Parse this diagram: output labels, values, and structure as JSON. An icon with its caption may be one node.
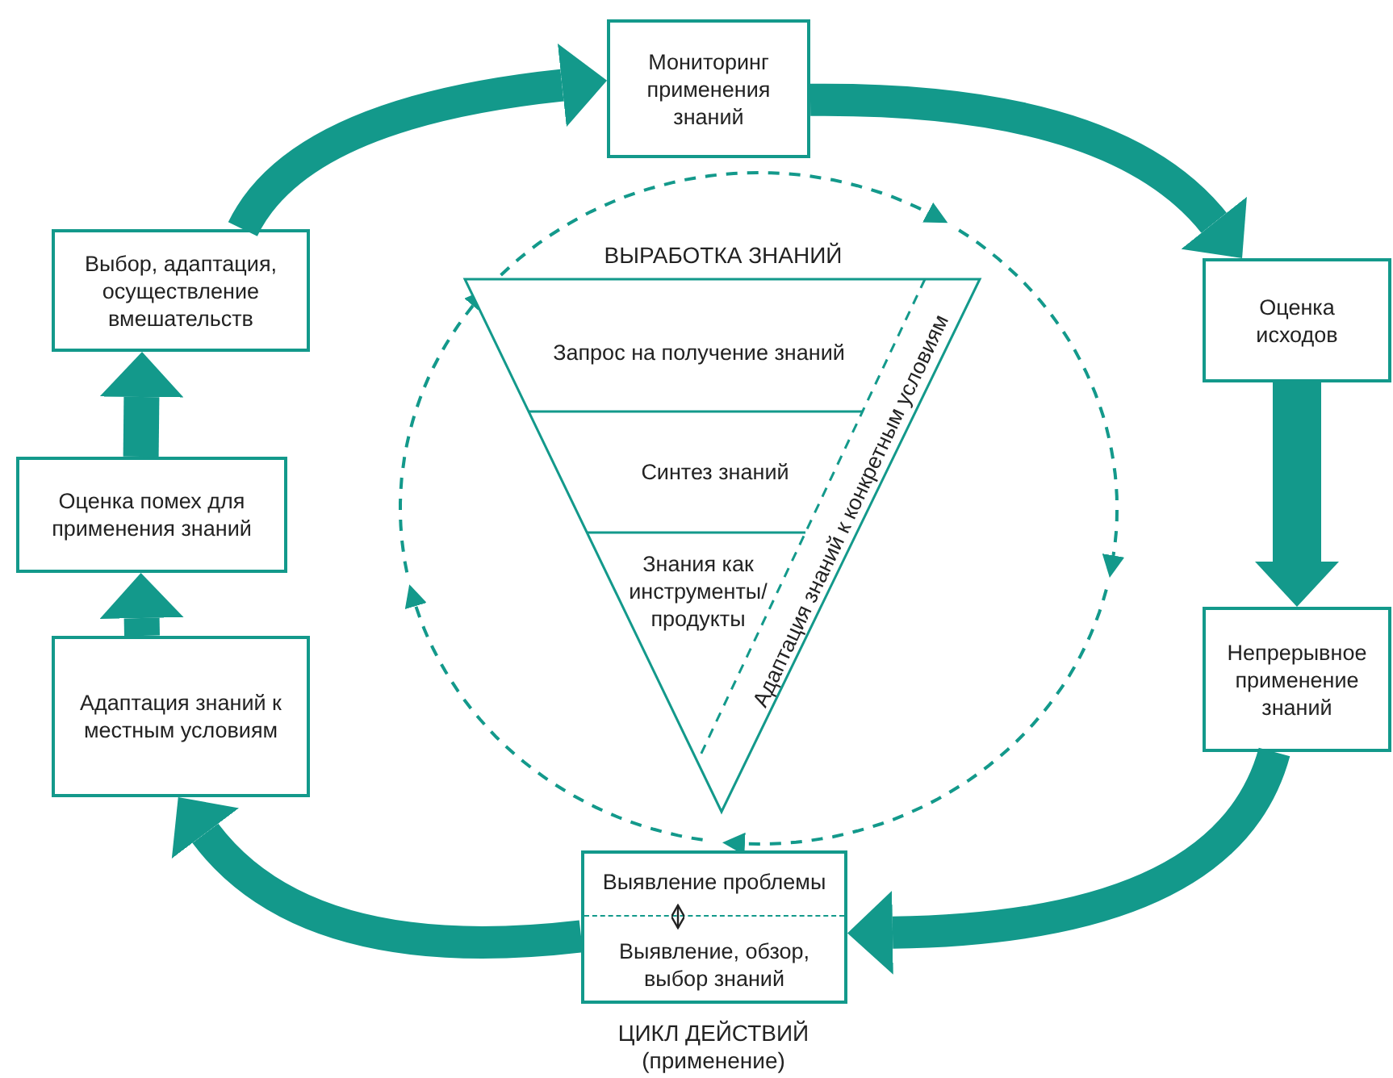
{
  "diagram": {
    "nodes": [
      {
        "text": [
          "Мониторинг применения знаний"
        ]
      },
      {
        "text": [
          "Оценка исходов"
        ]
      },
      {
        "text": [
          "Непрерывное применение знаний"
        ]
      },
      {
        "text": [],
        "shape": "box"
      },
      {
        "text": [
          "Выявление проблемы"
        ],
        "in": 3
      },
      {
        "text": [
          "Выявление, обзор, выбор знаний"
        ],
        "in": 3
      },
      {
        "text": [
          "Адаптация знаний к местным условиям"
        ]
      },
      {
        "text": [
          "Оценка помех для применения знаний"
        ]
      },
      {
        "text": [
          "Выбор, адаптация, осуществление вмешательств"
        ]
      },
      {
        "text": [
          "ВЫРАБОТКА ЗНАНИЙ"
        ]
      },
      {
        "text": [
          "Запрос на получение знаний"
        ],
        "in": 9
      },
      {
        "text": [
          "Синтез знаний"
        ],
        "in": 9
      },
      {
        "text": [
          "Знания как инструменты/ продукты"
        ],
        "in": 9
      }
    ],
    "edges": [
      {
        "from": 8,
        "to": 0,
        "arrow": "to"
      },
      {
        "from": 0,
        "to": 1,
        "arrow": "to"
      },
      {
        "from": 1,
        "to": 2,
        "arrow": "to"
      },
      {
        "from": 2,
        "to": 3,
        "arrow": "to"
      },
      {
        "from": 3,
        "to": 6,
        "arrow": "to"
      },
      {
        "from": 6,
        "to": 7,
        "arrow": "to"
      },
      {
        "from": 7,
        "to": 8,
        "arrow": "to"
      },
      {
        "from": 4,
        "to": 5,
        "arrow": "both",
        "color": "#222222"
      }
    ],
    "labels": [
      "Адаптация знаний к конкретным условиям",
      "ЦИКЛ ДЕЙСТВИЙ (применение)"
    ]
  }
}
